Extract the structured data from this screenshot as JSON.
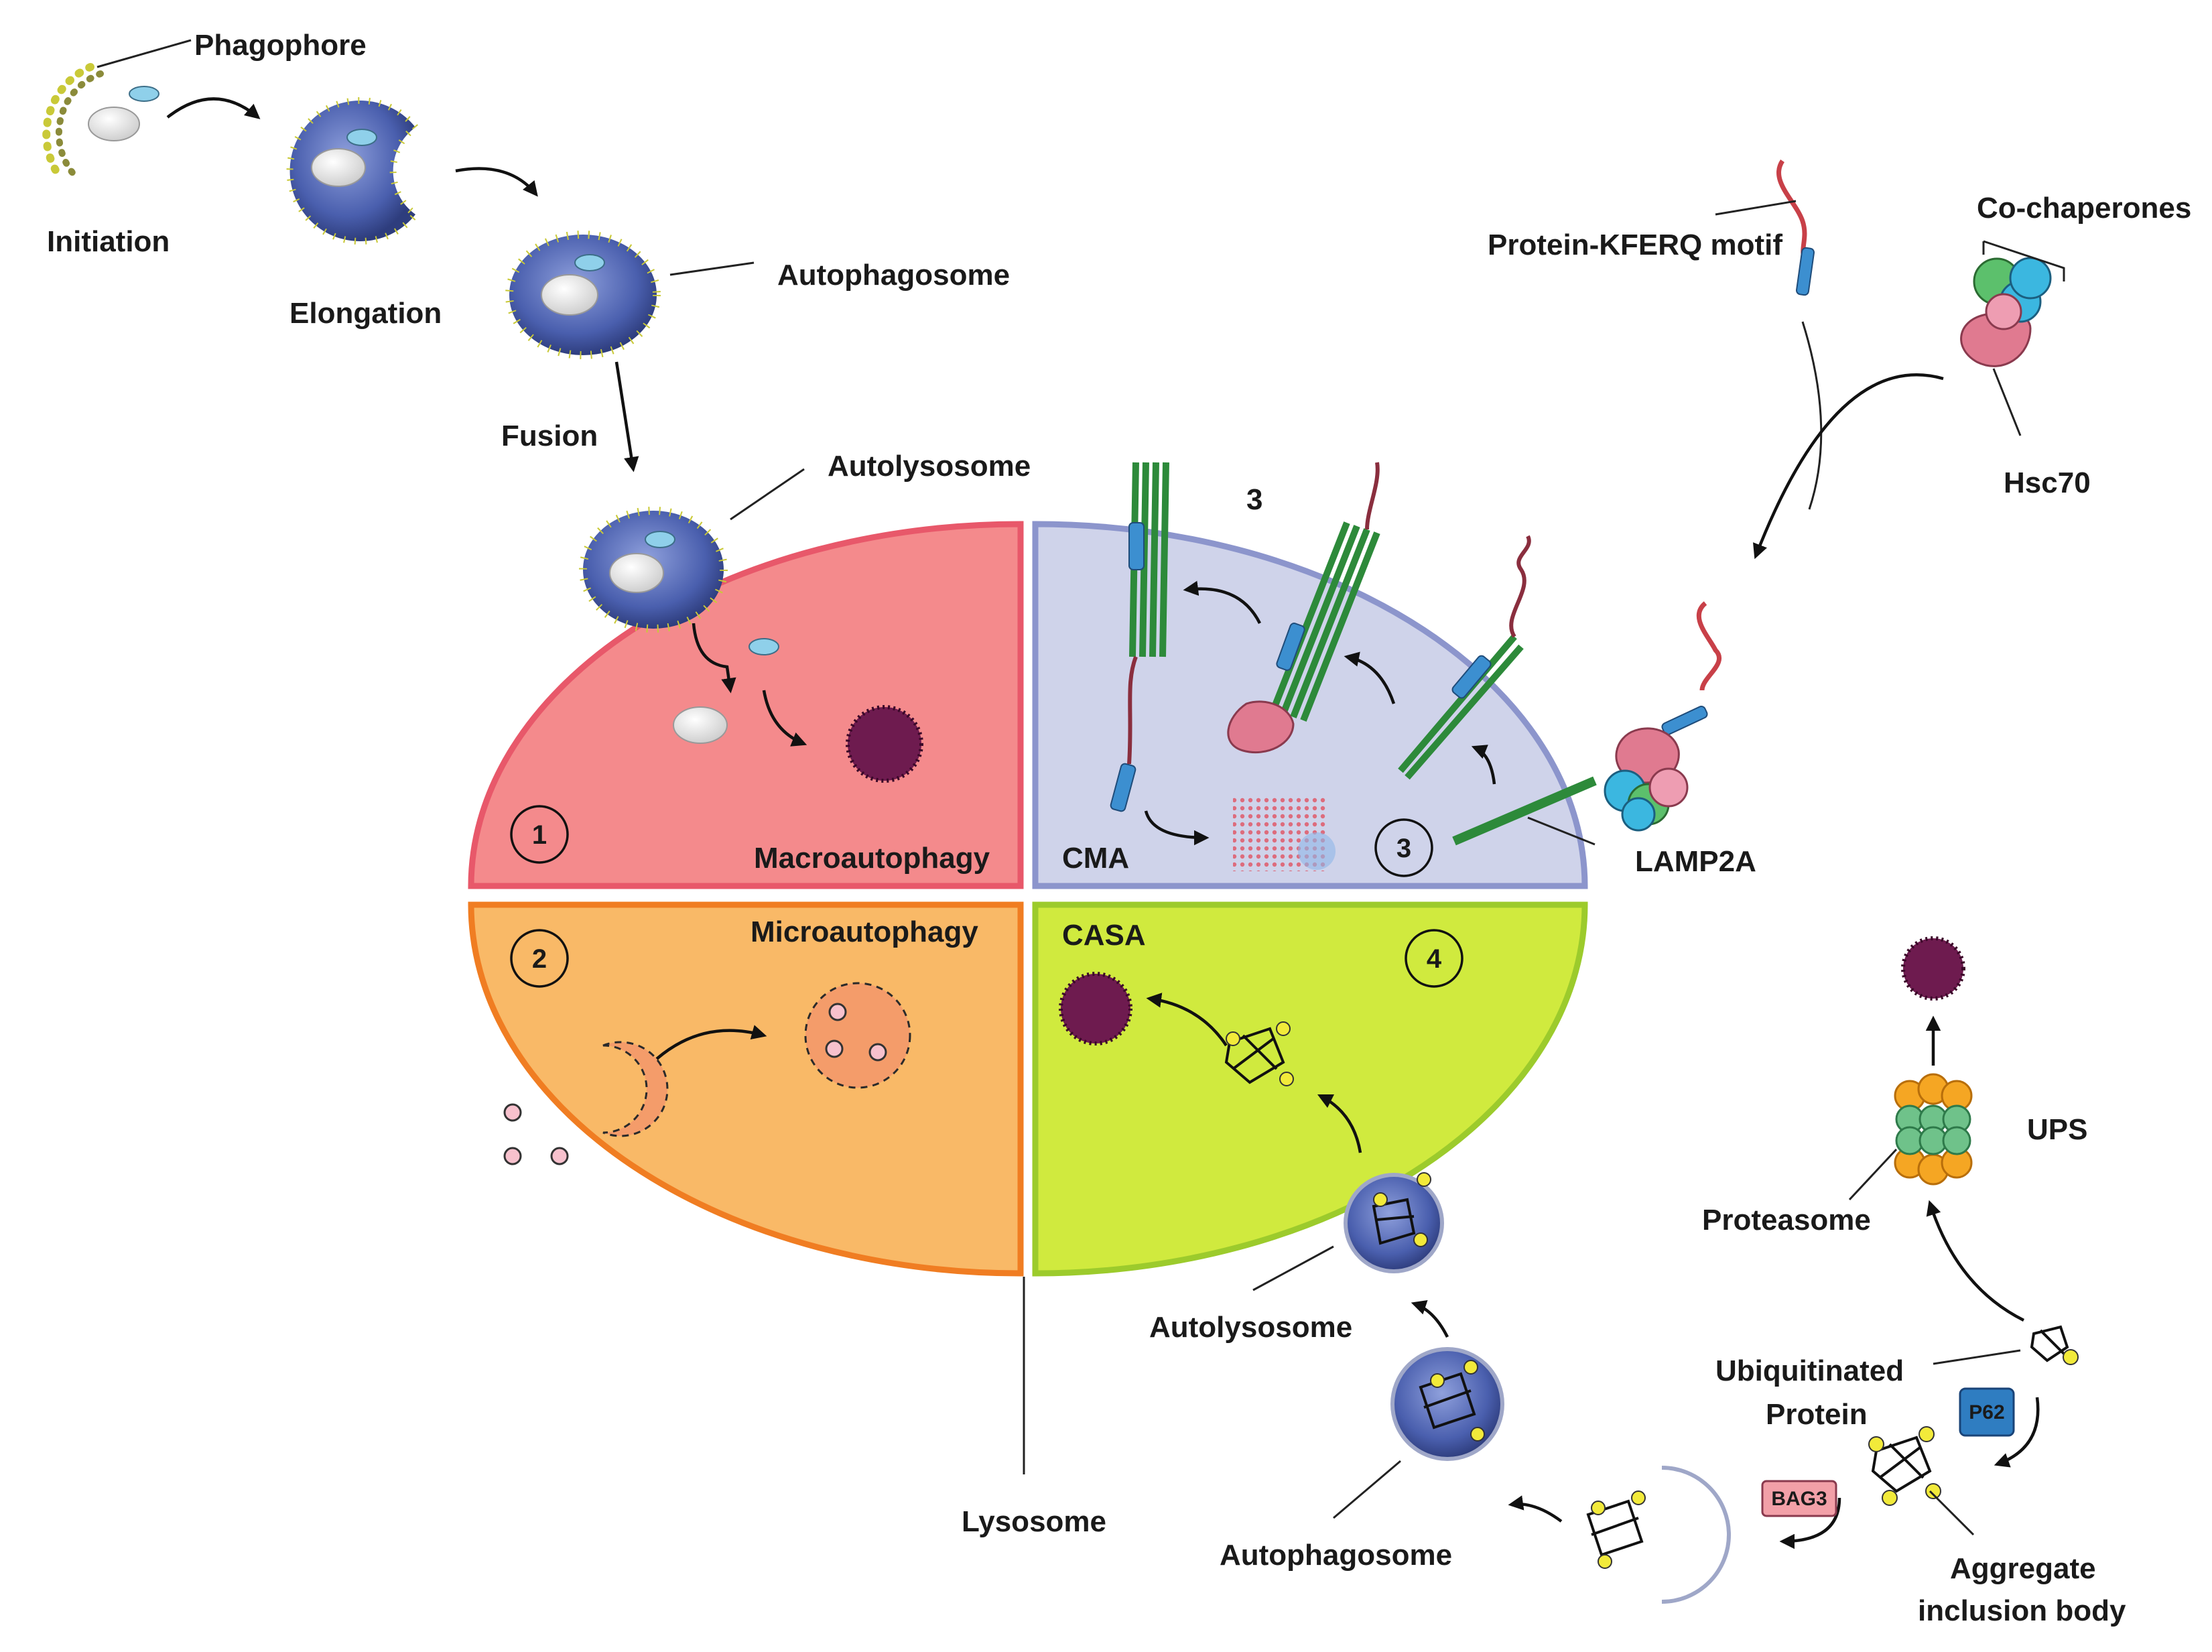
{
  "labels": {
    "phagophore": "Phagophore",
    "initiation": "Initiation",
    "elongation": "Elongation",
    "autophagosome_top": "Autophagosome",
    "fusion": "Fusion",
    "autolysosome_top": "Autolysosome",
    "three_top": "3",
    "protein_kferq": "Protein-KFERQ motif",
    "co_chaperones": "Co-chaperones",
    "hsc70": "Hsc70",
    "lamp2a": "LAMP2A",
    "macroautophagy": "Macroautophagy",
    "cma": "CMA",
    "microautophagy": "Microautophagy",
    "casa": "CASA",
    "num1": "1",
    "num2": "2",
    "num3": "3",
    "num4": "4",
    "ups": "UPS",
    "proteasome": "Proteasome",
    "ubiquitinated_line1": "Ubiquitinated",
    "ubiquitinated_line2": "Protein",
    "p62": "P62",
    "bag3": "BAG3",
    "aggregate_line1": "Aggregate",
    "aggregate_line2": "inclusion body",
    "autolysosome_bottom": "Autolysosome",
    "autophagosome_bottom": "Autophagosome",
    "lysosome": "Lysosome"
  },
  "colors": {
    "macro": "#f48a8c",
    "macro_border": "#e8586a",
    "cma": "#cfd3ea",
    "cma_border": "#8c95cc",
    "micro": "#f9b967",
    "micro_border": "#f07d22",
    "casa": "#d0ea3e",
    "casa_border": "#9ccb2c",
    "vesicle": "#4a5fae",
    "p62": "#2f7dc1",
    "bag3": "#f2a0a8"
  }
}
